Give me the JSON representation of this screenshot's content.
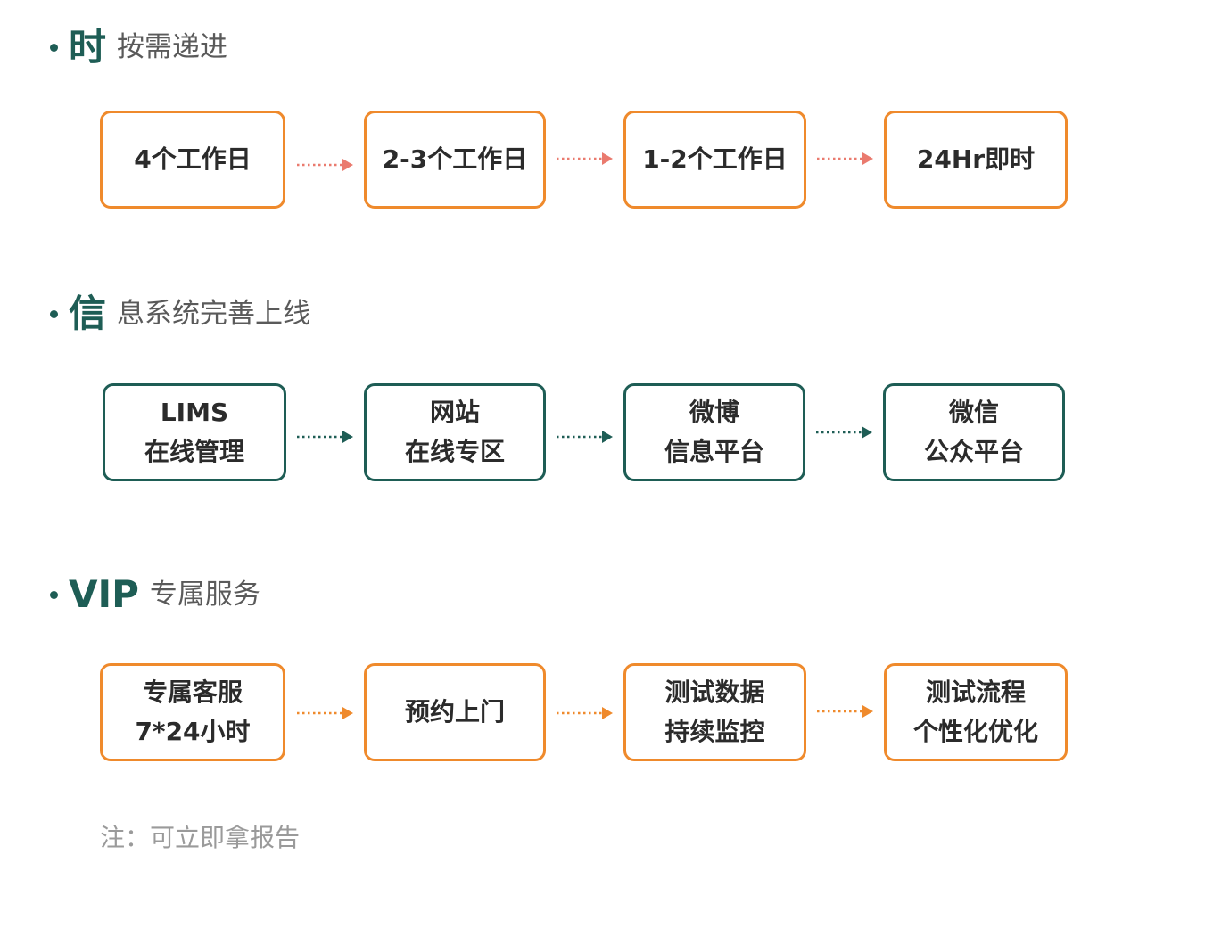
{
  "sections": [
    {
      "big": "时",
      "sub": "按需递进",
      "boxes": [
        {
          "lines": [
            "4个工作日"
          ]
        },
        {
          "lines": [
            "2-3个工作日"
          ]
        },
        {
          "lines": [
            "1-2个工作日"
          ]
        },
        {
          "lines": [
            "24Hr即时"
          ]
        }
      ]
    },
    {
      "big": "信",
      "sub": "息系统完善上线",
      "boxes": [
        {
          "lines": [
            "LIMS",
            "在线管理"
          ]
        },
        {
          "lines": [
            "网站",
            "在线专区"
          ]
        },
        {
          "lines": [
            "微博",
            "信息平台"
          ]
        },
        {
          "lines": [
            "微信",
            "公众平台"
          ]
        }
      ]
    },
    {
      "big": "VIP",
      "sub": "专属服务",
      "boxes": [
        {
          "lines": [
            "专属客服",
            "7*24小时"
          ]
        },
        {
          "lines": [
            "预约上门"
          ]
        },
        {
          "lines": [
            "测试数据",
            "持续监控"
          ]
        },
        {
          "lines": [
            "测试流程",
            "个性化优化"
          ]
        }
      ]
    }
  ],
  "note": "注：可立即拿报告",
  "colors": {
    "teal": "#1e5d55",
    "orange": "#ef8a2c",
    "pink_arrow": "#ea7a6e",
    "teal_arrow": "#1e5d55",
    "orange_arrow": "#ef8a2c"
  }
}
